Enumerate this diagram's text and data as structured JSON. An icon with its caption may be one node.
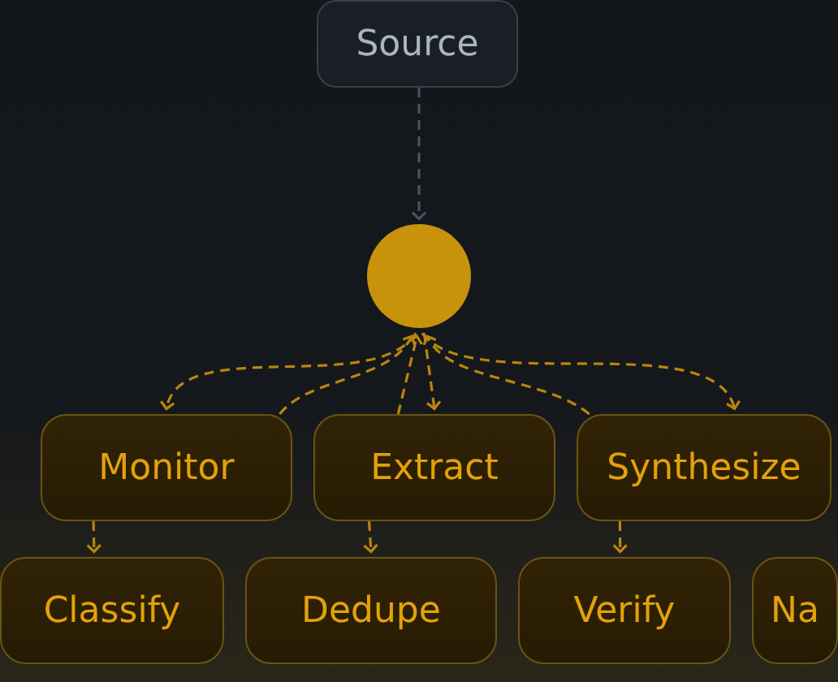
{
  "diagram": {
    "nodes": [
      {
        "text": [
          "Source"
        ]
      },
      {
        "text": [],
        "shape": "circle"
      },
      {
        "text": [
          "Monitor"
        ]
      },
      {
        "text": [
          "Extract"
        ]
      },
      {
        "text": [
          "Synthesize"
        ]
      },
      {
        "text": [
          "Classify"
        ]
      },
      {
        "text": [
          "Dedupe"
        ]
      },
      {
        "text": [
          "Verify"
        ]
      },
      {
        "text": [
          "Na"
        ]
      }
    ],
    "edges": [
      {
        "from": 0,
        "to": 1,
        "arrow": "to",
        "style": "dashed",
        "color": "#4a5361"
      },
      {
        "from": 1,
        "to": 2,
        "arrow": "to",
        "style": "dashed"
      },
      {
        "from": 1,
        "to": 3,
        "arrow": "to",
        "style": "dashed"
      },
      {
        "from": 1,
        "to": 4,
        "arrow": "to",
        "style": "dashed"
      },
      {
        "from": 2,
        "to": 1,
        "arrow": "to",
        "style": "dashed"
      },
      {
        "from": 3,
        "to": 1,
        "arrow": "to",
        "style": "dashed"
      },
      {
        "from": 4,
        "to": 1,
        "arrow": "to",
        "style": "dashed"
      },
      {
        "from": 2,
        "to": 5,
        "arrow": "to",
        "style": "dashed"
      },
      {
        "from": 3,
        "to": 6,
        "arrow": "to",
        "style": "dashed"
      },
      {
        "from": 4,
        "to": 7,
        "arrow": "to",
        "style": "dashed"
      }
    ]
  }
}
